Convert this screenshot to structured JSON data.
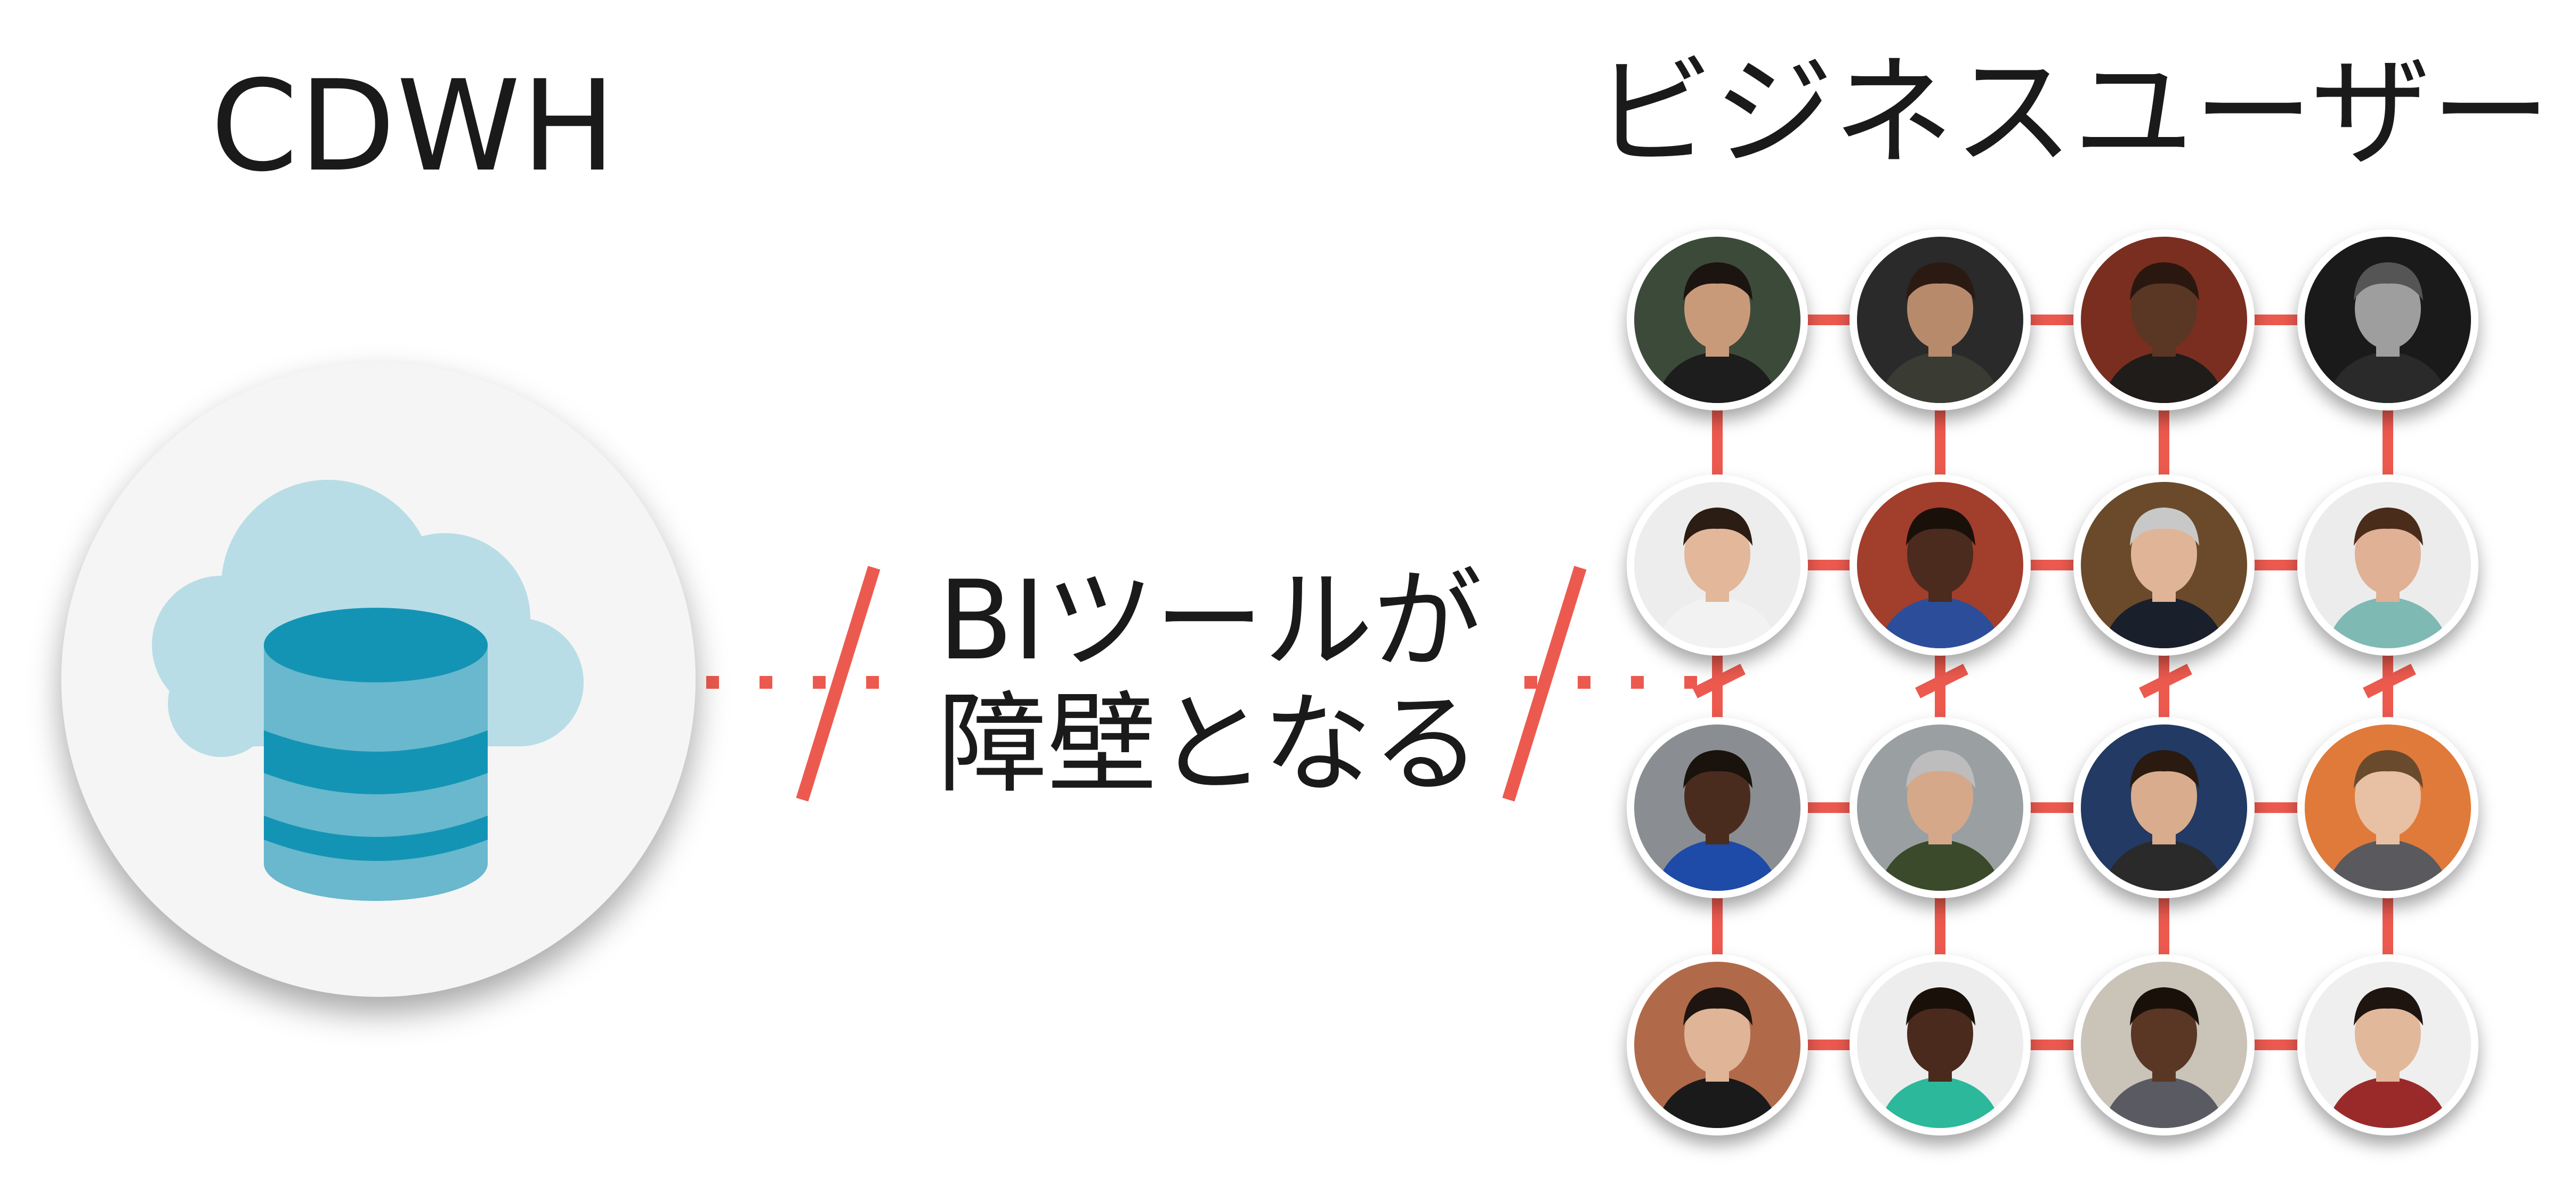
{
  "left_title": "CDWH",
  "right_title": "ビジネスユーザー",
  "barrier_text": {
    "line1": "BIツールが",
    "line2": "障壁となる"
  },
  "colors": {
    "connector": "#ec5a4f",
    "cloud": "#b8dde6",
    "db_light": "#69b8cd",
    "db_dark": "#1394b5",
    "db_top": "#3ba7c4"
  },
  "users": [
    {
      "bg": "#3c4a3a",
      "skin": "#c99a7a",
      "hair": "#1c1410",
      "shirt": "#1d1d1d"
    },
    {
      "bg": "#2a2a2a",
      "skin": "#b88a6c",
      "hair": "#2a1a12",
      "shirt": "#3a3c34"
    },
    {
      "bg": "#7a2e20",
      "skin": "#5a3624",
      "hair": "#2a1810",
      "shirt": "#1f1c1a"
    },
    {
      "bg": "#1a1a1a",
      "skin": "#9e9e9e",
      "hair": "#555555",
      "shirt": "#2a2a2a"
    },
    {
      "bg": "#ededed",
      "skin": "#e2b79a",
      "hair": "#2b1c14",
      "shirt": "#f2f2f2"
    },
    {
      "bg": "#a23e2c",
      "skin": "#4a2b1e",
      "hair": "#1a100a",
      "shirt": "#2c4e9a"
    },
    {
      "bg": "#6a4a2a",
      "skin": "#e0b496",
      "hair": "#c8c8c8",
      "shirt": "#1a1f2c"
    },
    {
      "bg": "#ececec",
      "skin": "#e0b194",
      "hair": "#4a2c1a",
      "shirt": "#7fb9b3"
    },
    {
      "bg": "#8a8e92",
      "skin": "#4a2c1e",
      "hair": "#1a120c",
      "shirt": "#1e4aa8"
    },
    {
      "bg": "#9aa0a2",
      "skin": "#d6a88a",
      "hair": "#bdbdbd",
      "shirt": "#3a4a2a"
    },
    {
      "bg": "#223a64",
      "skin": "#d8ac8c",
      "hair": "#2a1a10",
      "shirt": "#2a2a2a"
    },
    {
      "bg": "#e07a3a",
      "skin": "#e8c0a4",
      "hair": "#6a4a2c",
      "shirt": "#5a5a5e"
    },
    {
      "bg": "#b06a4a",
      "skin": "#e0b496",
      "hair": "#1e1410",
      "shirt": "#1a1a1a"
    },
    {
      "bg": "#ededed",
      "skin": "#4a2a1c",
      "hair": "#1a100a",
      "shirt": "#2cb89a"
    },
    {
      "bg": "#c9c3b8",
      "skin": "#5a3624",
      "hair": "#1a100a",
      "shirt": "#5a5a62"
    },
    {
      "bg": "#efefef",
      "skin": "#e2b89a",
      "hair": "#1e1410",
      "shirt": "#9a2a2a"
    }
  ]
}
